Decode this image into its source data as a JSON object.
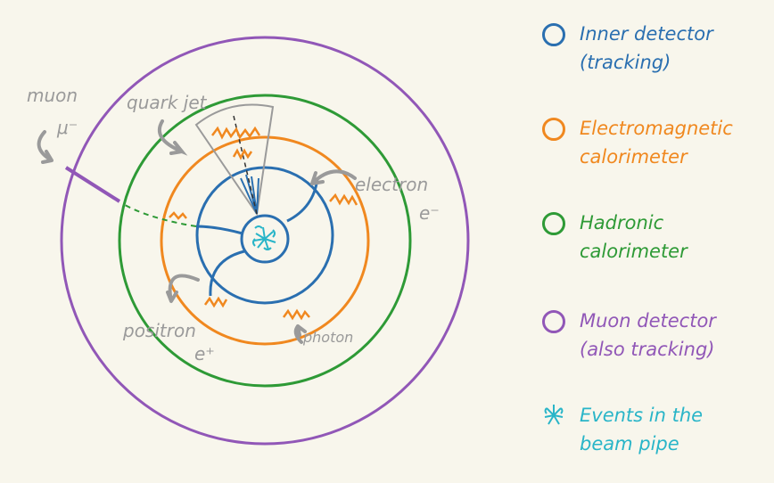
{
  "colors": {
    "background": "#f8f6ec",
    "inner_detector": "#2a6fb0",
    "em_calorimeter": "#f0881f",
    "hadronic_calorimeter": "#2e9a36",
    "muon_detector": "#9157b7",
    "beam_pipe": "#29b5c8",
    "annotation": "#9a9a9a"
  },
  "legend": {
    "inner_detector": "Inner detector\n(tracking)",
    "em_calorimeter": "Electromagnetic\ncalorimeter",
    "hadronic_calorimeter": "Hadronic\ncalorimeter",
    "muon_detector": "Muon detector\n(also tracking)",
    "beam_pipe": "Events in the\nbeam pipe"
  },
  "labels": {
    "muon": "muon",
    "muon_symbol": "μ⁻",
    "quark_jet": "quark jet",
    "electron": "electron",
    "electron_symbol": "e⁻",
    "positron": "positron",
    "positron_symbol": "e⁺",
    "photon": "photon"
  }
}
